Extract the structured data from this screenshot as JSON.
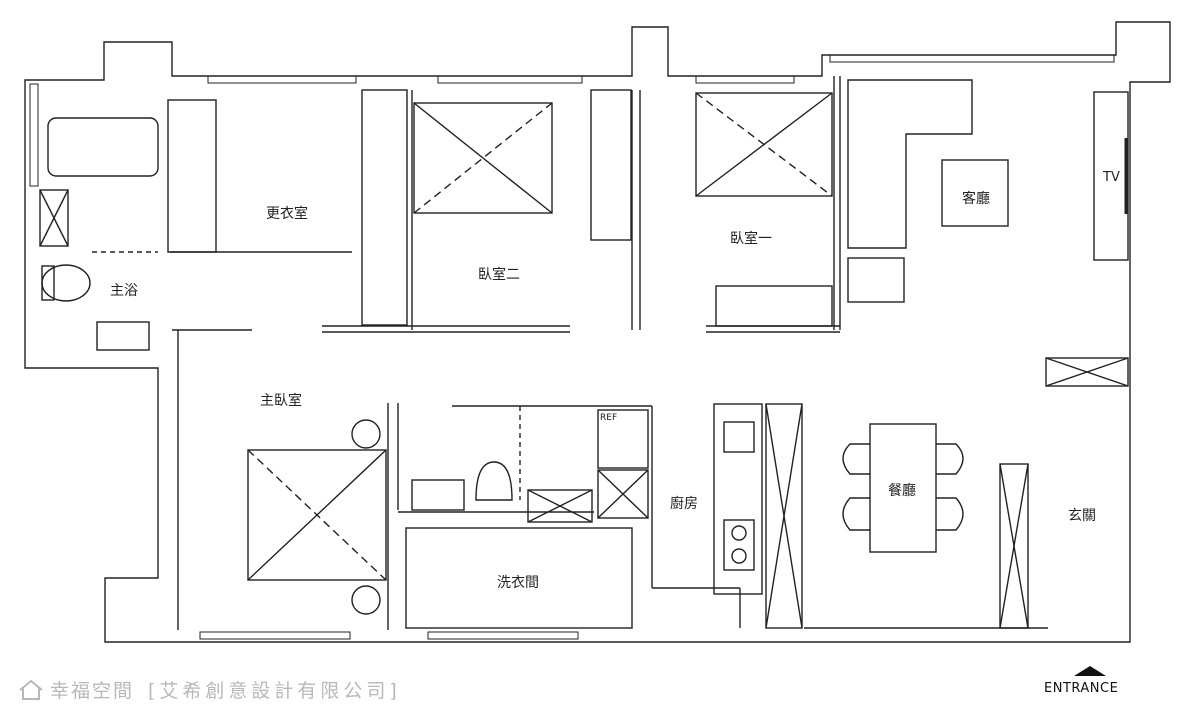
{
  "rooms": {
    "walk_in_closet": "更衣室",
    "bedroom_two": "臥室二",
    "bedroom_one": "臥室一",
    "living_room": "客廳",
    "master_bath": "主浴",
    "master_bedroom": "主臥室",
    "kitchen": "廚房",
    "dining_room": "餐廳",
    "foyer": "玄關",
    "laundry": "洗衣間"
  },
  "fixtures": {
    "tv": "TV",
    "ref": "REF"
  },
  "entrance": "ENTRANCE",
  "watermark": {
    "brand": "幸福空間",
    "company": "[艾希創意設計有限公司]",
    "icon": "house-logo-icon"
  },
  "colors": {
    "line": "#111111",
    "wall": "#333333",
    "watermark": "#b8b8b8"
  }
}
